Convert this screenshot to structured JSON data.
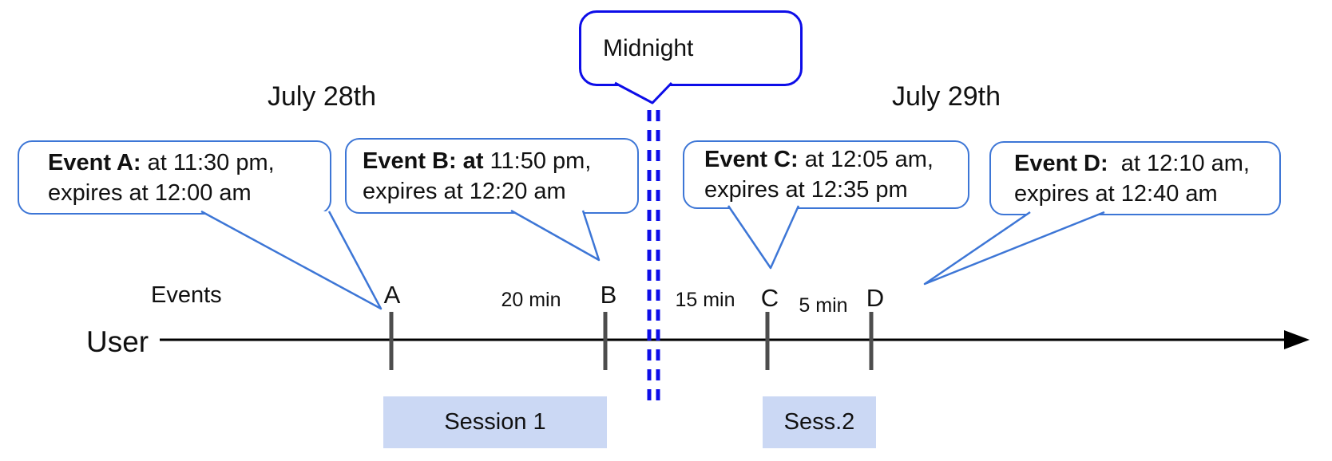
{
  "dates": {
    "july_28": "July 28th",
    "july_29": "July 29th"
  },
  "midnight_label": "Midnight",
  "axis": {
    "events_label": "Events",
    "user_label": "User"
  },
  "event_callouts": [
    {
      "event": "A",
      "bold": "Event A:",
      "rest": " at 11:30 pm,",
      "line2": "expires at 12:00 am"
    },
    {
      "event": "B",
      "bold": "Event B: at",
      "rest": " 11:50 pm,",
      "line2": "expires at 12:20 am"
    },
    {
      "event": "C",
      "bold": "Event C:",
      "rest": " at 12:05 am,",
      "line2": "expires at 12:35 pm"
    },
    {
      "event": "D",
      "bold": "Event D:",
      "rest": "  at 12:10 am,",
      "line2": "expires at 12:40 am"
    }
  ],
  "ticks": {
    "a": "A",
    "b": "B",
    "c": "C",
    "d": "D"
  },
  "gaps": {
    "ab": "20 min",
    "bc": "15 min",
    "cd": "5 min"
  },
  "sessions": {
    "s1": "Session 1",
    "s2": "Sess.2"
  },
  "colors": {
    "callout_border": "#3d76d6",
    "midnight_blue": "#0d0de8",
    "session_fill": "#cbd8f4",
    "tick_gray": "#4d4d4d",
    "axis_black": "#000000",
    "text": "#111111"
  }
}
